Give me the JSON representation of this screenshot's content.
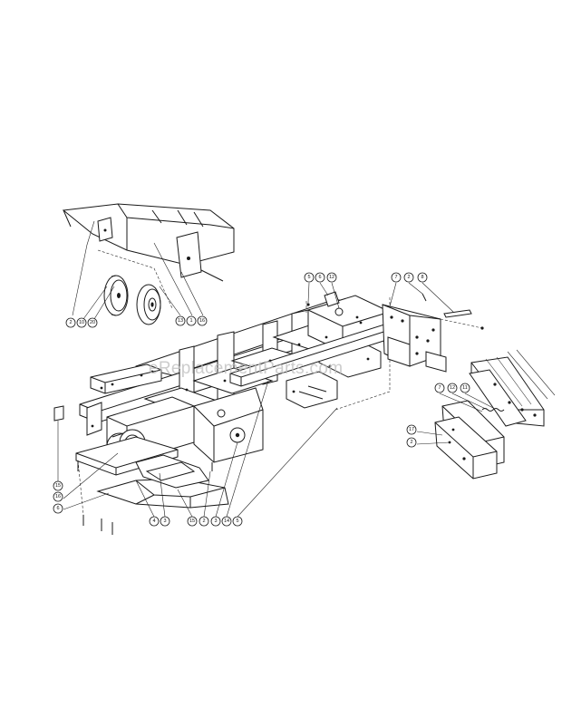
{
  "watermark": "eReplacementParts.com",
  "callouts": {
    "inset_pulley": [
      "2",
      "10",
      "20",
      "13",
      "1",
      "16"
    ],
    "center_top": [
      "5",
      "6",
      "12"
    ],
    "right_top": [
      "7",
      "2",
      "8"
    ],
    "right_lower": [
      "7",
      "12",
      "11",
      "17",
      "2"
    ],
    "left_side": [
      "15",
      "16",
      "6"
    ],
    "bottom": [
      "4",
      "3",
      "15",
      "2",
      "3",
      "14",
      "5"
    ]
  }
}
